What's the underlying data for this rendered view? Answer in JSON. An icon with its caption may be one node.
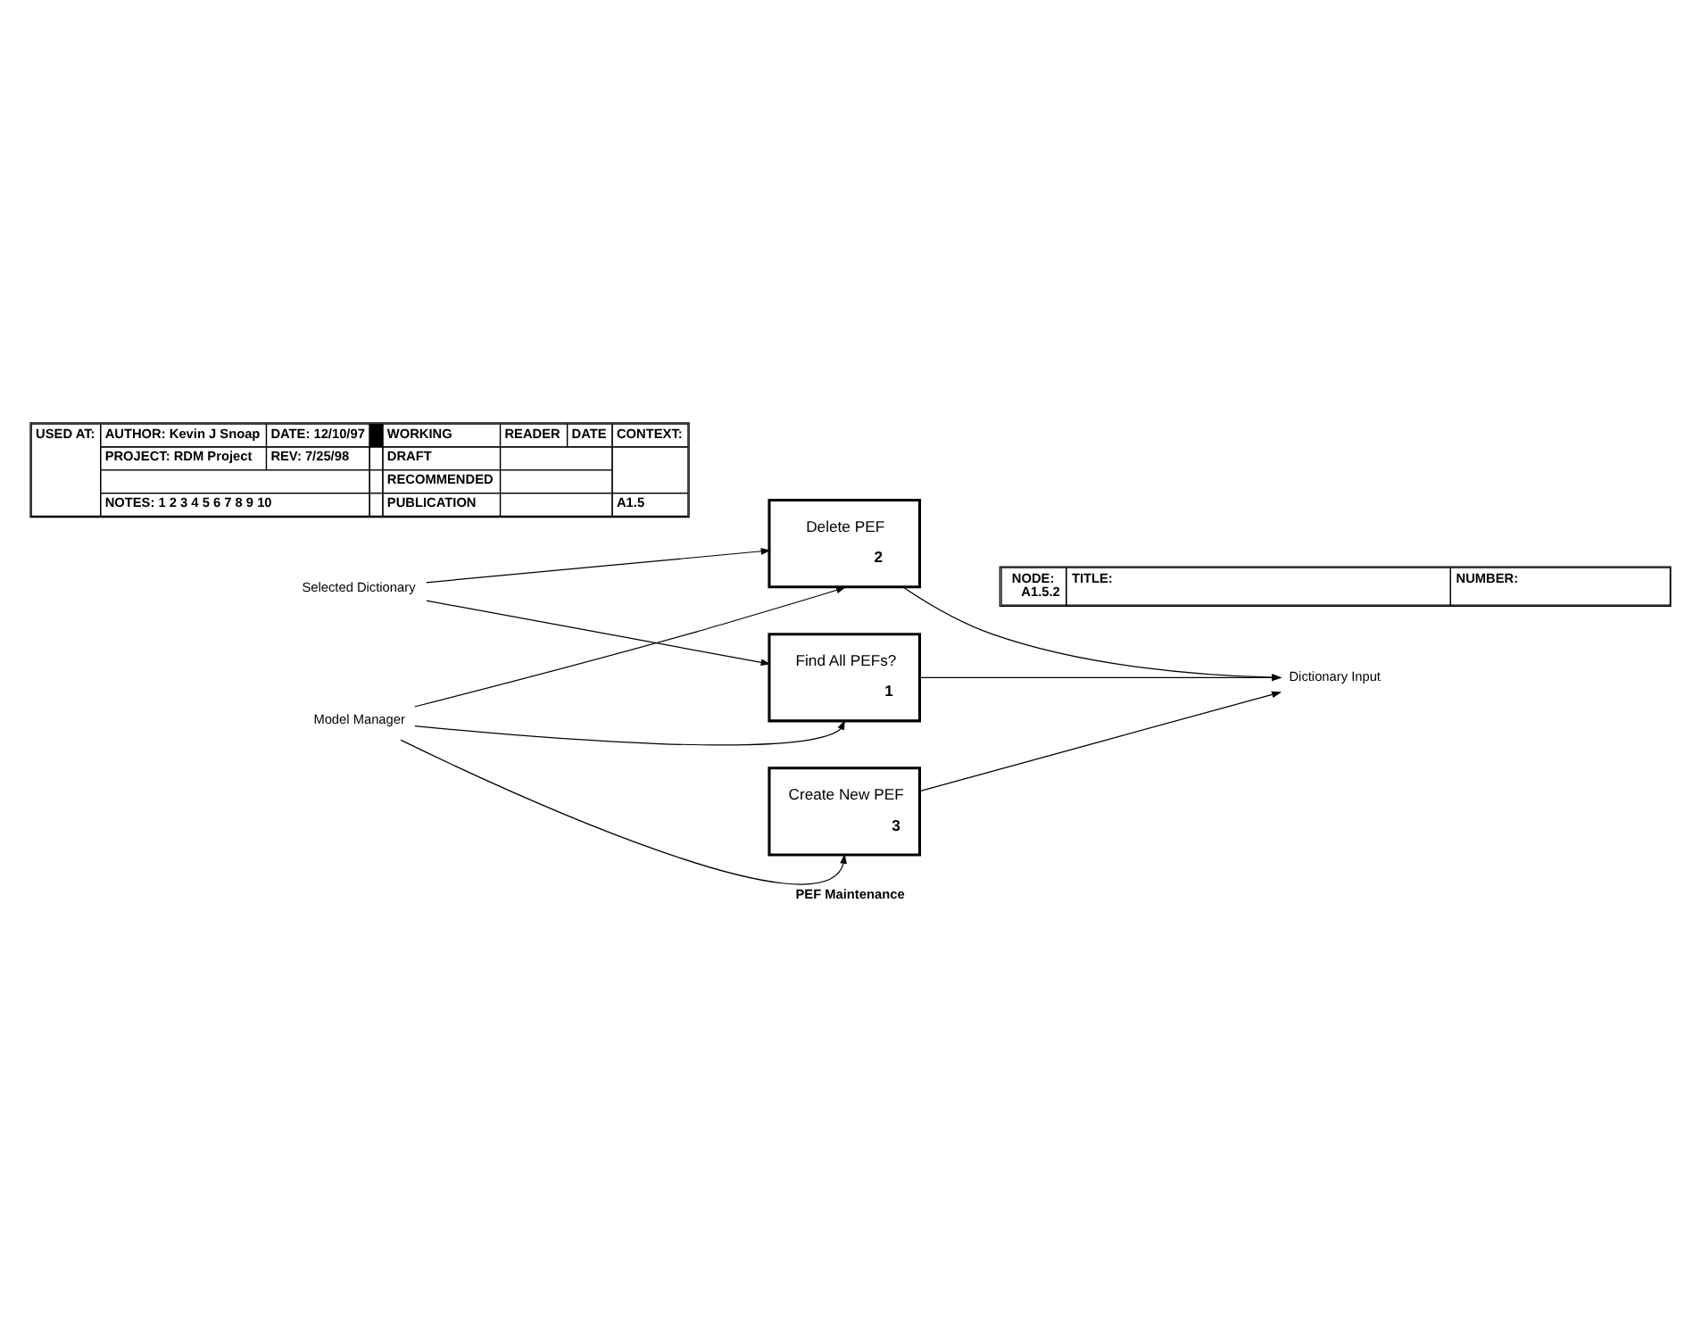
{
  "diagram": {
    "title": "PEF Maintenance",
    "nodes": [
      {
        "text": [
          "Find All PEFs?",
          "1"
        ]
      },
      {
        "text": [
          "Delete PEF",
          "2"
        ]
      },
      {
        "text": [
          "Create New PEF",
          "3"
        ]
      },
      {
        "text": [
          "Selected Dictionary"
        ]
      },
      {
        "text": [
          "Dictionary Input"
        ]
      },
      {
        "text": [
          "Model Manager"
        ]
      }
    ],
    "edges": [
      {
        "from": 3,
        "to": 0,
        "arrow": "to"
      },
      {
        "from": 3,
        "to": 1,
        "arrow": "to"
      },
      {
        "from": 0,
        "to": 4,
        "arrow": "to"
      },
      {
        "from": 1,
        "to": 4,
        "arrow": "to"
      },
      {
        "from": 2,
        "to": 4,
        "arrow": "to"
      },
      {
        "from": 5,
        "to": 0,
        "arrow": "to"
      },
      {
        "from": 5,
        "to": 1,
        "arrow": "to"
      },
      {
        "from": 5,
        "to": 2,
        "arrow": "to"
      }
    ],
    "labels": [
      "USED AT:",
      "AUTHOR: Kevin J Snoap",
      "DATE: 12/10/97",
      "WORKING",
      "READER",
      "DATE",
      "CONTEXT:",
      "PROJECT: RDM Project",
      "REV: 7/25/98",
      "DRAFT",
      "RECOMMENDED",
      "NOTES: 1 2 3 4 5 6 7 8 9 10",
      "PUBLICATION",
      "A1.5",
      "NODE:",
      "A1.5.2",
      "TITLE:",
      "NUMBER:"
    ]
  }
}
